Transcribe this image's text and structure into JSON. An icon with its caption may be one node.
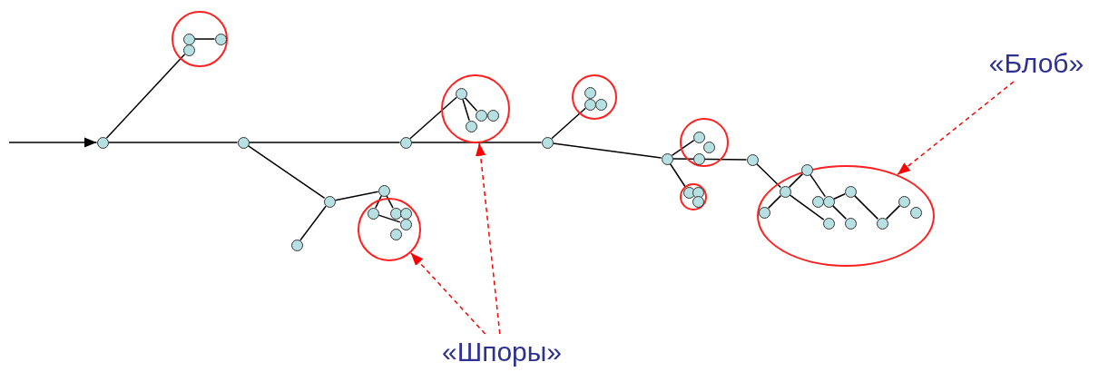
{
  "diagram": {
    "nodes": [
      {
        "text": [],
        "shape": "circle"
      },
      {
        "text": [],
        "shape": "circle"
      },
      {
        "text": [],
        "shape": "circle",
        "in": 1
      },
      {
        "text": [],
        "shape": "circle",
        "in": 1
      },
      {
        "text": [],
        "shape": "circle",
        "in": 1
      },
      {
        "text": [],
        "shape": "circle"
      },
      {
        "text": [],
        "shape": "circle"
      },
      {
        "text": [],
        "shape": "circle"
      },
      {
        "text": [],
        "shape": "circle"
      },
      {
        "text": [],
        "shape": "circle"
      },
      {
        "text": [],
        "shape": "circle",
        "in": 9
      },
      {
        "text": [],
        "shape": "circle",
        "in": 9
      },
      {
        "text": [],
        "shape": "circle",
        "in": 9
      },
      {
        "text": [],
        "shape": "circle",
        "in": 9
      },
      {
        "text": [],
        "shape": "circle",
        "in": 9
      },
      {
        "text": [],
        "shape": "circle"
      },
      {
        "text": [],
        "shape": "circle"
      },
      {
        "text": [],
        "shape": "circle",
        "in": 16
      },
      {
        "text": [],
        "shape": "circle",
        "in": 16
      },
      {
        "text": [],
        "shape": "circle",
        "in": 16
      },
      {
        "text": [],
        "shape": "circle",
        "in": 16
      },
      {
        "text": [],
        "shape": "circle"
      },
      {
        "text": [],
        "shape": "circle"
      },
      {
        "text": [],
        "shape": "circle",
        "in": 22
      },
      {
        "text": [],
        "shape": "circle",
        "in": 22
      },
      {
        "text": [],
        "shape": "circle",
        "in": 22
      },
      {
        "text": [],
        "shape": "circle"
      },
      {
        "text": [],
        "shape": "circle"
      },
      {
        "text": [],
        "shape": "circle",
        "in": 27
      },
      {
        "text": [],
        "shape": "circle",
        "in": 27
      },
      {
        "text": [],
        "shape": "circle",
        "in": 27
      },
      {
        "text": [],
        "shape": "circle"
      },
      {
        "text": [],
        "shape": "circle"
      },
      {
        "text": [],
        "shape": "circle",
        "in": 32
      },
      {
        "text": [],
        "shape": "circle",
        "in": 32
      },
      {
        "text": [],
        "shape": "circle",
        "in": 32
      },
      {
        "text": [],
        "shape": "ellipse"
      },
      {
        "text": [],
        "shape": "circle",
        "in": 36
      },
      {
        "text": [],
        "shape": "circle",
        "in": 36
      },
      {
        "text": [],
        "shape": "circle",
        "in": 36
      },
      {
        "text": [],
        "shape": "circle",
        "in": 36
      },
      {
        "text": [],
        "shape": "circle",
        "in": 36
      },
      {
        "text": [],
        "shape": "circle",
        "in": 36
      },
      {
        "text": [],
        "shape": "circle",
        "in": 36
      },
      {
        "text": [],
        "shape": "circle",
        "in": 36
      },
      {
        "text": [],
        "shape": "circle",
        "in": 36
      },
      {
        "text": [],
        "shape": "circle",
        "in": 36
      },
      {
        "text": [],
        "shape": "circle",
        "in": 36
      },
      {
        "text": [
          "«Шпоры»"
        ]
      },
      {
        "text": [
          "«Блоб»"
        ]
      }
    ],
    "edges": [
      {
        "from": null,
        "to": 0,
        "arrow": "to"
      },
      {
        "from": 0,
        "to": 3,
        "arrow": "none"
      },
      {
        "from": 2,
        "to": 4,
        "arrow": "none"
      },
      {
        "from": 0,
        "to": 5,
        "arrow": "none"
      },
      {
        "from": 5,
        "to": 15,
        "arrow": "none"
      },
      {
        "from": 15,
        "to": 21,
        "arrow": "none"
      },
      {
        "from": 5,
        "to": 6,
        "arrow": "none"
      },
      {
        "from": 6,
        "to": 7,
        "arrow": "none"
      },
      {
        "from": 6,
        "to": 8,
        "arrow": "none"
      },
      {
        "from": 8,
        "to": 10,
        "arrow": "none"
      },
      {
        "from": 8,
        "to": 11,
        "arrow": "none"
      },
      {
        "from": 10,
        "to": 13,
        "arrow": "none"
      },
      {
        "from": 15,
        "to": 17,
        "arrow": "none"
      },
      {
        "from": 17,
        "to": 18,
        "arrow": "none"
      },
      {
        "from": 17,
        "to": 19,
        "arrow": "none"
      },
      {
        "from": 21,
        "to": 24,
        "arrow": "none"
      },
      {
        "from": 21,
        "to": 26,
        "arrow": "none"
      },
      {
        "from": 26,
        "to": 28,
        "arrow": "none"
      },
      {
        "from": 26,
        "to": 31,
        "arrow": "none"
      },
      {
        "from": 26,
        "to": 33,
        "arrow": "none"
      },
      {
        "from": 31,
        "to": 37,
        "arrow": "none"
      },
      {
        "from": 37,
        "to": 38,
        "arrow": "none"
      },
      {
        "from": 37,
        "to": 39,
        "arrow": "none"
      },
      {
        "from": 37,
        "to": 42,
        "arrow": "none"
      },
      {
        "from": 38,
        "to": 41,
        "arrow": "none"
      },
      {
        "from": 41,
        "to": 43,
        "arrow": "none"
      },
      {
        "from": 41,
        "to": 44,
        "arrow": "none"
      },
      {
        "from": 43,
        "to": 45,
        "arrow": "none"
      },
      {
        "from": 45,
        "to": 46,
        "arrow": "none"
      },
      {
        "from": 48,
        "to": 9,
        "arrow": "to",
        "style": "dashed",
        "color": "#ff0000"
      },
      {
        "from": 48,
        "to": 16,
        "arrow": "to",
        "style": "dashed",
        "color": "#ff0000"
      },
      {
        "from": 49,
        "to": 36,
        "arrow": "to",
        "style": "dashed",
        "color": "#ff0000"
      }
    ]
  }
}
